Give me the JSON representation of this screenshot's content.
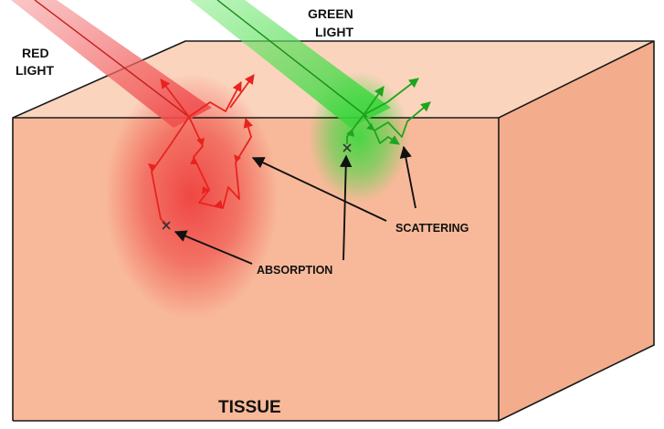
{
  "labels": {
    "red_light_line1": "RED",
    "red_light_line2": "LIGHT",
    "green_light_line1": "GREEN",
    "green_light_line2": "LIGHT",
    "scattering": "SCATTERING",
    "absorption": "ABSORPTION",
    "tissue": "TISSUE"
  },
  "colors": {
    "tissue_front": "#f8b99a",
    "tissue_top": "#fbd4bd",
    "tissue_side": "#f3ad8c",
    "edge": "#1a1a1a",
    "red_beam": "#f36a6a",
    "red_glow": "#ee3a3a",
    "red_path": "#e8231f",
    "green_beam": "#4fdd4f",
    "green_glow": "#3fd83f",
    "green_path": "#1ea51e",
    "pointer": "#111111"
  }
}
